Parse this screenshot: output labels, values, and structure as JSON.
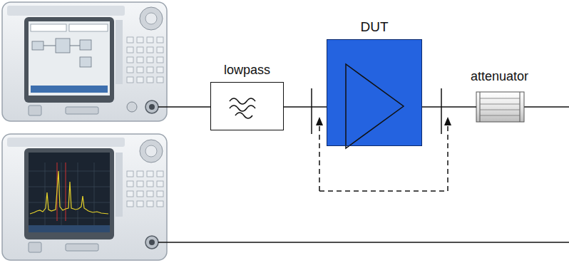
{
  "diagram": {
    "nodes": [
      {
        "text": [
          "lowpass"
        ]
      },
      {
        "text": [
          "DUT"
        ]
      },
      {
        "text": [
          "attenuator"
        ]
      }
    ],
    "edges": [
      {
        "from": 0,
        "to": 1,
        "arrow": "none"
      },
      {
        "from": 1,
        "to": 2,
        "arrow": "none"
      }
    ]
  }
}
